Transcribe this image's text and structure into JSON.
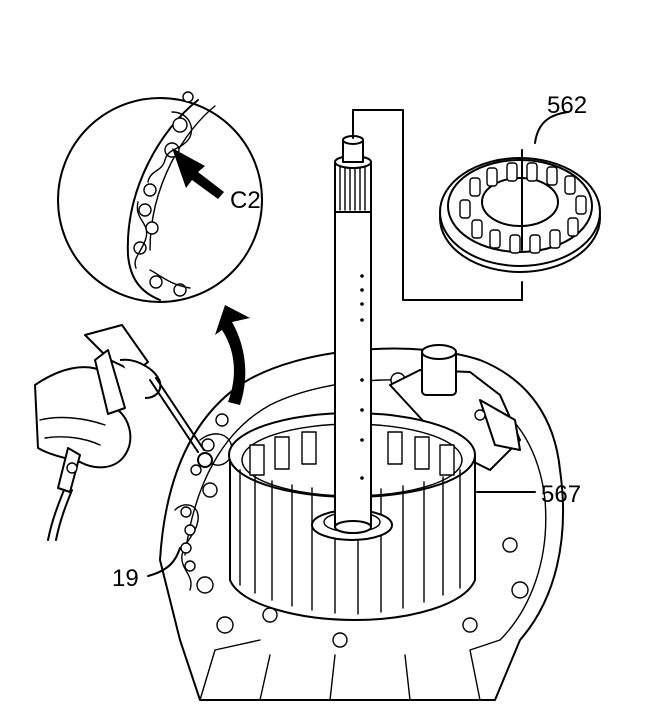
{
  "callouts": {
    "c2": "C2",
    "p562": "562",
    "p567": "567",
    "p19": "19"
  },
  "colors": {
    "line": "#000000",
    "background": "#ffffff"
  }
}
